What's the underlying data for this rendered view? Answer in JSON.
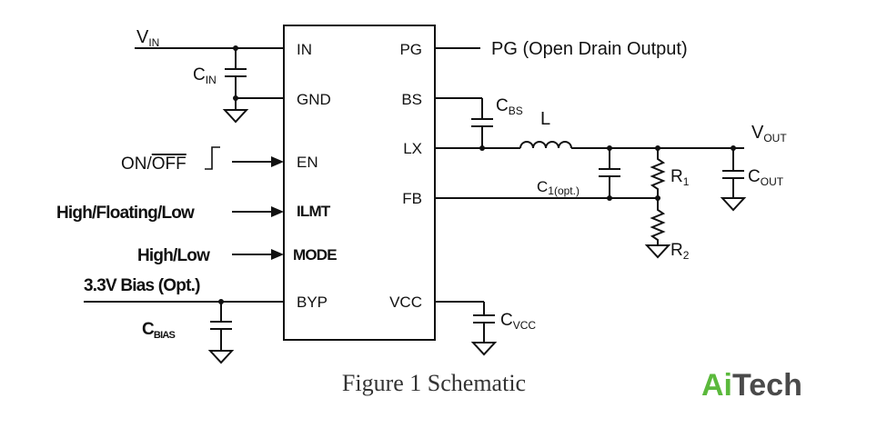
{
  "ic": {
    "left_pins": [
      "IN",
      "GND",
      "EN",
      "ILMT",
      "MODE",
      "BYP"
    ],
    "right_pins": [
      "PG",
      "BS",
      "LX",
      "FB",
      "VCC"
    ]
  },
  "inputs": {
    "vin": "V",
    "vin_sub": "IN",
    "on_off_on": "ON/",
    "on_off_off": "OFF",
    "ilmt": "High/Floating/Low",
    "mode": "High/Low",
    "bias": "3.3V Bias (Opt.)"
  },
  "outputs": {
    "pg": "PG (Open Drain Output)",
    "vout": "V",
    "vout_sub": "OUT"
  },
  "components": {
    "cin": "C",
    "cin_sub": "IN",
    "cbs": "C",
    "cbs_sub": "BS",
    "inductor": "L",
    "c1": "C",
    "c1_sub": "1(opt.)",
    "r1": "R",
    "r1_sub": "1",
    "r2": "R",
    "r2_sub": "2",
    "cout": "C",
    "cout_sub": "OUT",
    "cvcc": "C",
    "cvcc_sub": "VCC",
    "cbias": "C",
    "cbias_sub": "BIAS"
  },
  "caption": "Figure 1 Schematic",
  "logo": {
    "part1": "Ai",
    "part2": "Tech"
  },
  "colors": {
    "logo_green": "#5bb93c",
    "logo_gray": "#4a4a4a",
    "line": "#111111"
  }
}
